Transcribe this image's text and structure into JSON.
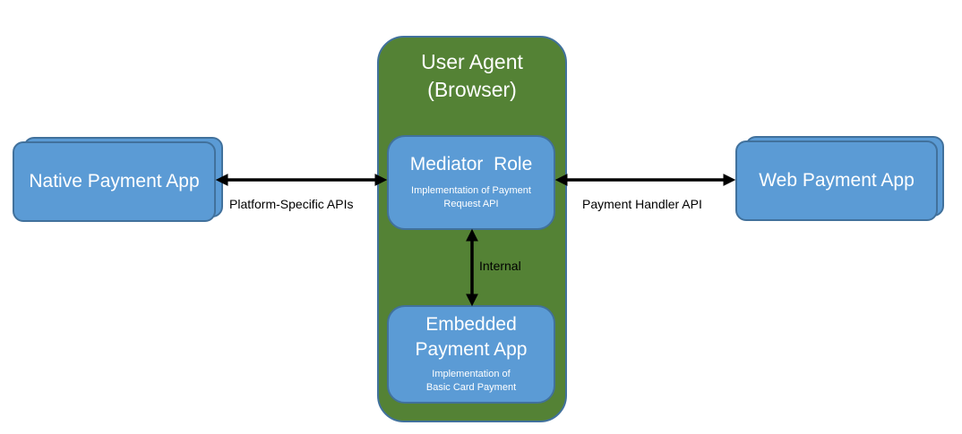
{
  "user_agent": {
    "title_line1": "User Agent",
    "title_line2": "(Browser)"
  },
  "native_app": {
    "label": "Native Payment App"
  },
  "web_app": {
    "label": "Web Payment App"
  },
  "mediator": {
    "title": "Mediator  Role",
    "subtitle_line1": "Implementation of Payment",
    "subtitle_line2": "Request API"
  },
  "embedded": {
    "title_line1": "Embedded",
    "title_line2": "Payment App",
    "subtitle_line1": "Implementation of",
    "subtitle_line2": "Basic Card Payment"
  },
  "connections": {
    "platform_apis": "Platform-Specific APIs",
    "payment_handler_api": "Payment Handler API",
    "internal": "Internal"
  },
  "colors": {
    "box_fill": "#5b9bd5",
    "box_border": "#41719c",
    "user_agent_fill": "#548235",
    "arrow": "#000000"
  }
}
